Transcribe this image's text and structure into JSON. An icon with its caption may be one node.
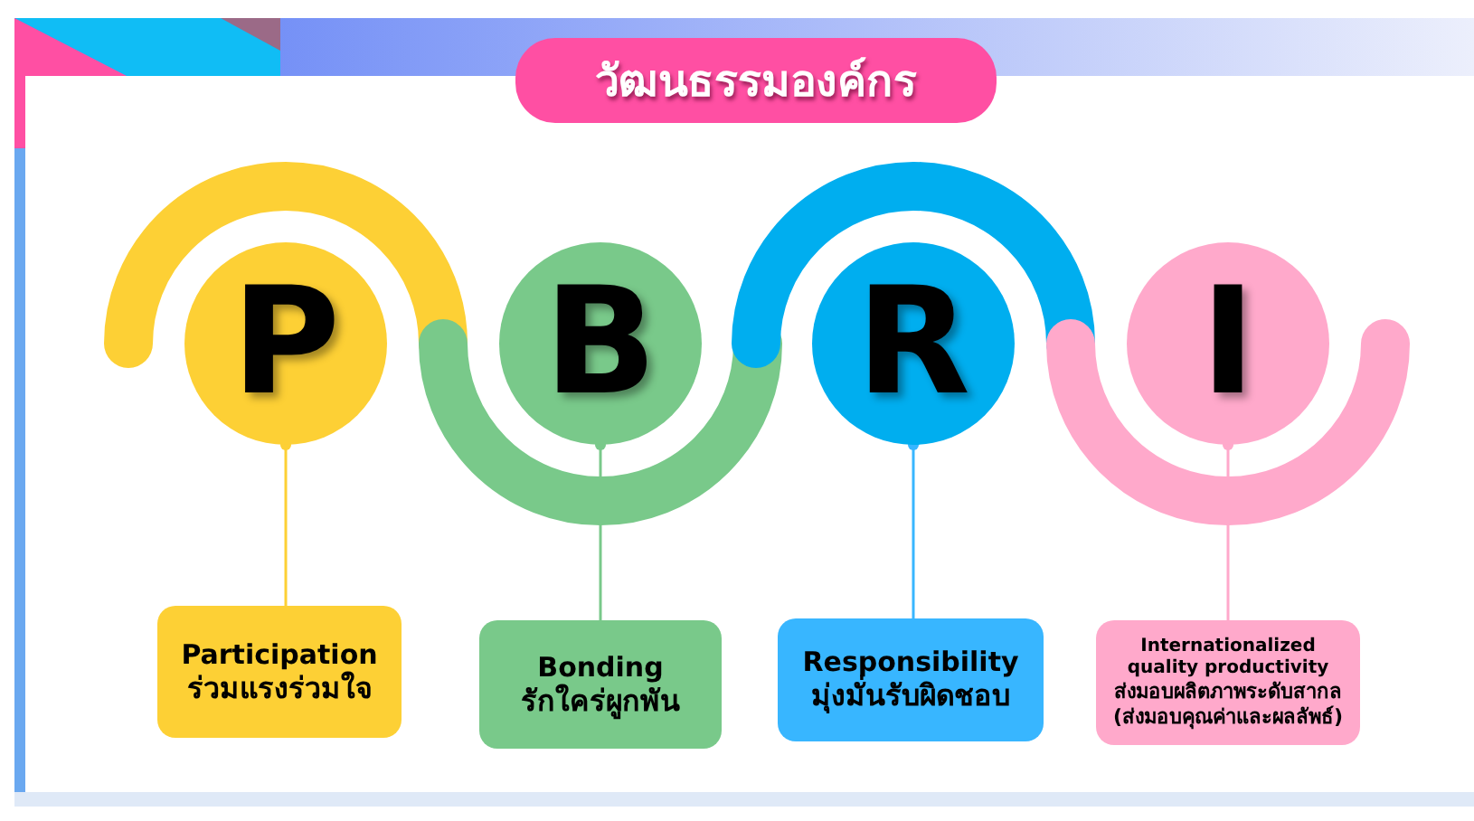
{
  "diagram": {
    "title": "วัฒนธรรมองค์กร",
    "nodes": [
      {
        "text": [
          "P"
        ]
      },
      {
        "text": [
          "B"
        ]
      },
      {
        "text": [
          "R"
        ]
      },
      {
        "text": [
          "I"
        ]
      },
      {
        "text": [
          "Participation",
          "ร่วมแรงร่วมใจ"
        ]
      },
      {
        "text": [
          "Bonding",
          "รักใคร่ผูกพัน"
        ]
      },
      {
        "text": [
          "Responsibility",
          "มุ่งมั่นรับผิดชอบ"
        ]
      },
      {
        "text": [
          "Internationalized quality productivity",
          "ส่งมอบผลิตภาพระดับสากล",
          "(ส่งมอบคุณค่าและผลลัพธ์)"
        ]
      }
    ],
    "edges": [
      {
        "from": 0,
        "to": 4,
        "arrow": "other",
        "color": "#fdd035"
      },
      {
        "from": 1,
        "to": 5,
        "arrow": "other",
        "color": "#79c98a"
      },
      {
        "from": 2,
        "to": 6,
        "arrow": "other",
        "color": "#38b6ff"
      },
      {
        "from": 3,
        "to": 7,
        "arrow": "other",
        "color": "#ffa9cb"
      }
    ]
  }
}
